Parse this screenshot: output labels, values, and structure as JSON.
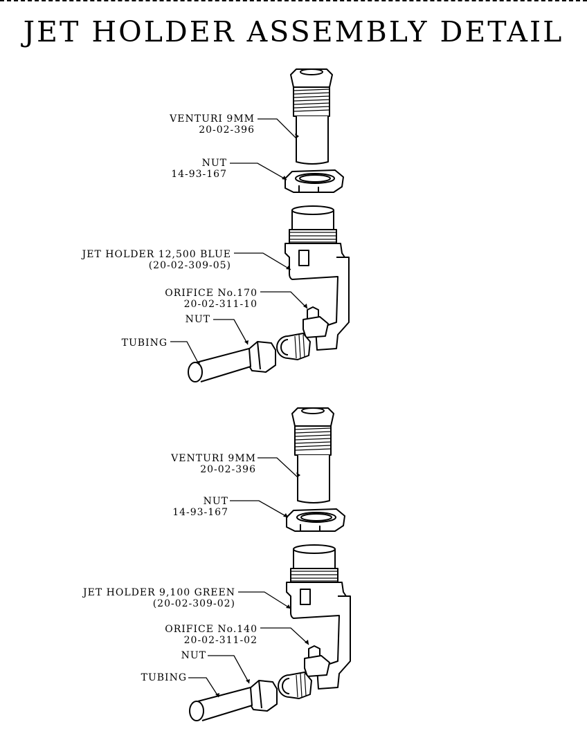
{
  "title": "JET HOLDER ASSEMBLY DETAIL",
  "assemblies": [
    {
      "venturi": {
        "name": "VENTURI 9MM",
        "part": "20-02-396"
      },
      "nut_top": {
        "name": "NUT",
        "part": "14-93-167"
      },
      "jet_holder": {
        "name": "JET HOLDER 12,500 BLUE",
        "part": "(20-02-309-05)"
      },
      "orifice": {
        "name": "ORIFICE No.170",
        "part": "20-02-311-10"
      },
      "nut_bottom": {
        "name": "NUT"
      },
      "tubing": {
        "name": "TUBING"
      }
    },
    {
      "venturi": {
        "name": "VENTURI 9MM",
        "part": "20-02-396"
      },
      "nut_top": {
        "name": "NUT",
        "part": "14-93-167"
      },
      "jet_holder": {
        "name": "JET HOLDER 9,100 GREEN",
        "part": "(20-02-309-02)"
      },
      "orifice": {
        "name": "ORIFICE No.140",
        "part": "20-02-311-02"
      },
      "nut_bottom": {
        "name": "NUT"
      },
      "tubing": {
        "name": "TUBING"
      }
    }
  ]
}
